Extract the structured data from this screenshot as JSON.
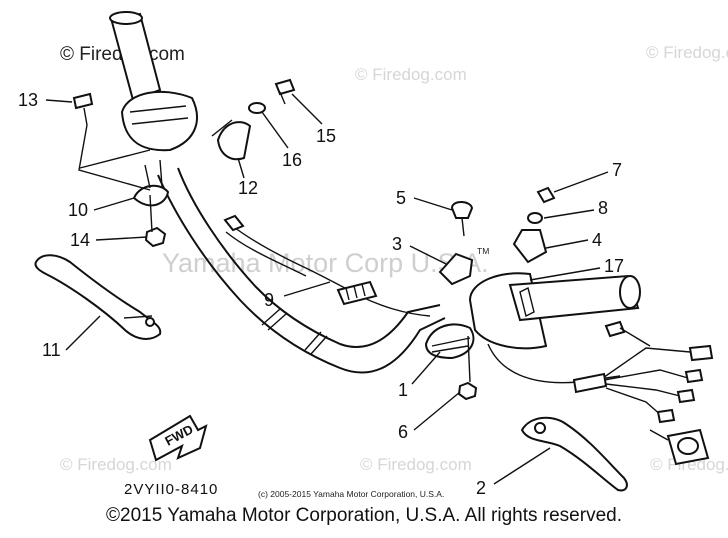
{
  "watermarks": {
    "firedog_main": "© Firedog.com",
    "firedog_repeat": "© Firedog.com",
    "center": "Yamaha Motor Corp U.S.A.",
    "tm": "TM"
  },
  "part_numbers": [
    {
      "label": "1"
    },
    {
      "label": "2"
    },
    {
      "label": "3"
    },
    {
      "label": "4"
    },
    {
      "label": "5"
    },
    {
      "label": "6"
    },
    {
      "label": "7"
    },
    {
      "label": "8"
    },
    {
      "label": "9"
    },
    {
      "label": "10"
    },
    {
      "label": "11"
    },
    {
      "label": "12"
    },
    {
      "label": "13"
    },
    {
      "label": "14"
    },
    {
      "label": "15"
    },
    {
      "label": "16"
    },
    {
      "label": "17"
    }
  ],
  "diagram_code": "2VYII0-8410",
  "fwd_label": "FWD",
  "inline_copyright": "(c) 2005-2015 Yamaha Motor Corporation, U.S.A.",
  "footer_copyright": "©2015 Yamaha Motor Corporation, U.S.A. All rights reserved."
}
